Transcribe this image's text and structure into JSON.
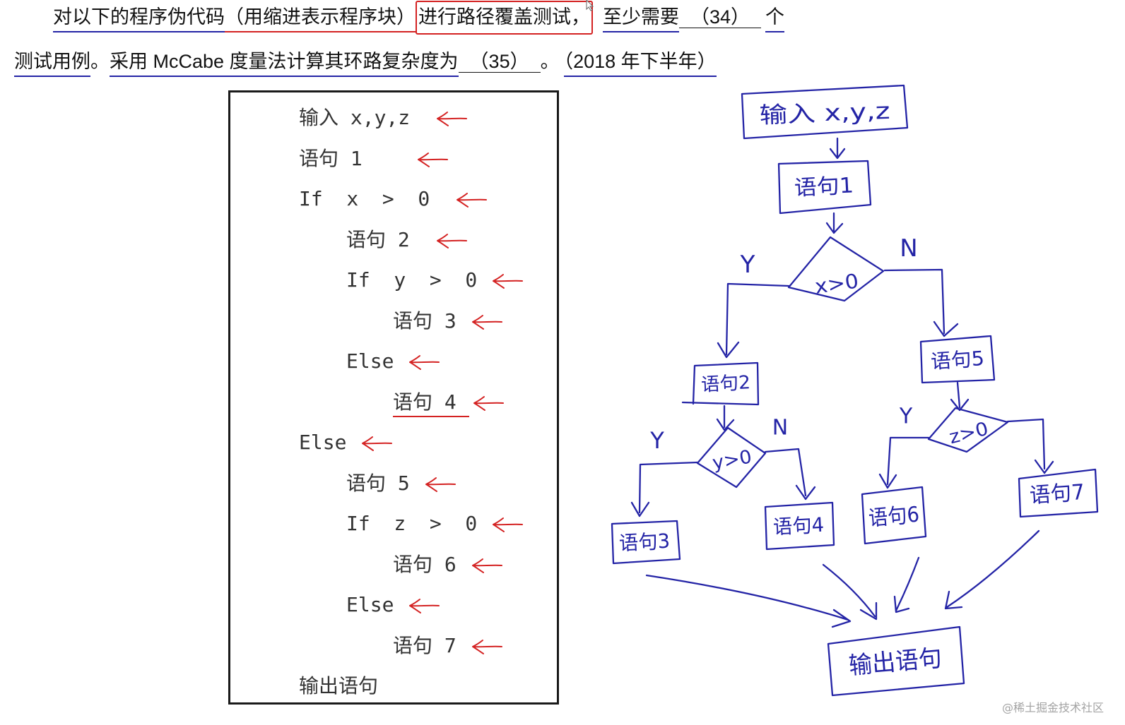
{
  "question": {
    "line1": {
      "part1": "对以下的程序伪代码",
      "part2": "（用缩进表示程序块）",
      "part3": "进行路径覆盖测试，",
      "part4": "至少需要",
      "blank": "（34）",
      "part5": "个"
    },
    "line2": {
      "part1": "测试用例",
      "part2": "。",
      "part3": "采用 McCabe 度量法计算其环路复杂度为",
      "blank": "（35）",
      "part4": "。",
      "part5": "（2018 年下半年）"
    }
  },
  "pseudocode": {
    "lines": [
      "输入 x,y,z",
      "语句 1",
      "If x > 0",
      "语句 2",
      "If y > 0",
      "语句 3",
      "Else",
      "语句 4",
      "Else",
      "语句 5",
      "If z > 0",
      "语句 6",
      "Else",
      "语句 7",
      "输出语句"
    ]
  },
  "flowchart": {
    "nodes": {
      "input": "输入 x,y,z",
      "s1": "语句1",
      "d1": "x>0",
      "s2": "语句2",
      "s5": "语句5",
      "d2": "y>0",
      "d3": "z>0",
      "s3": "语句3",
      "s4": "语句4",
      "s6": "语句6",
      "s7": "语句7",
      "output": "输出语句"
    },
    "branch_labels": {
      "d1_yes": "Y",
      "d1_no": "N",
      "d2_yes": "Y",
      "d2_no": "N",
      "d3_yes": "Y"
    }
  },
  "watermark": "@稀土掘金技术社区",
  "colors": {
    "ink_blue": "#2424a6",
    "ink_red": "#d42222",
    "text": "#111111",
    "code": "#333333",
    "watermark": "#a3a3a3"
  }
}
